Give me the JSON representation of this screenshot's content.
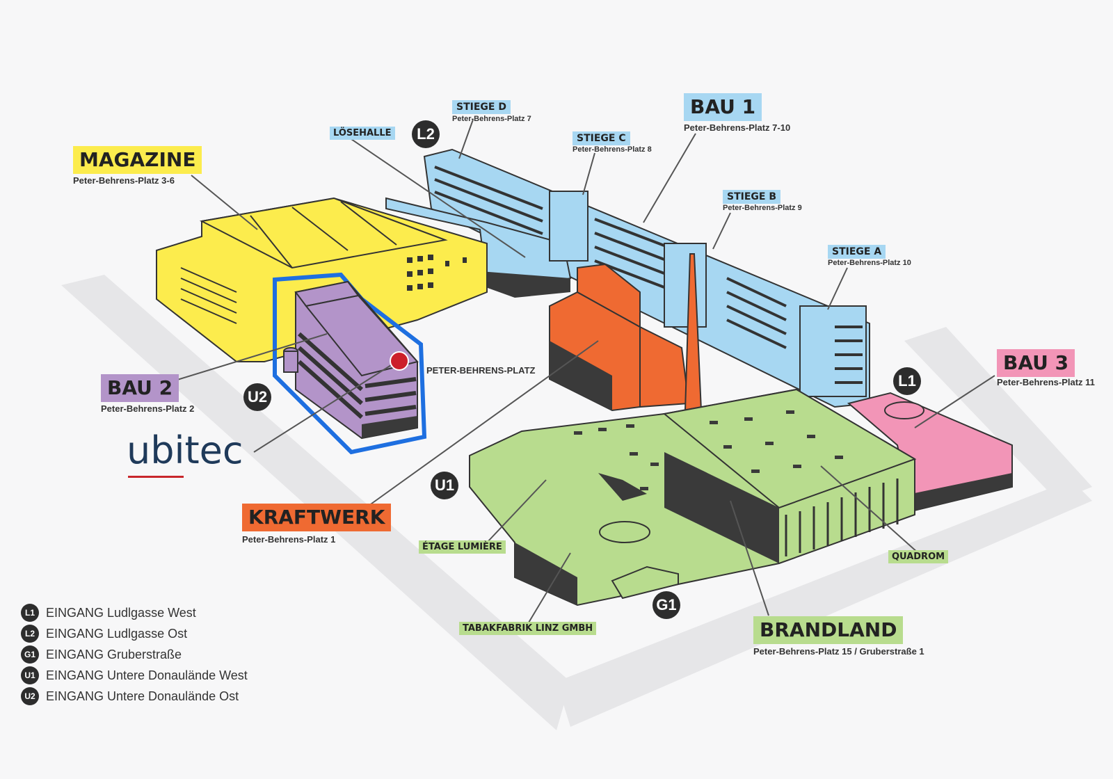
{
  "buildings": {
    "magazine": {
      "name": "MAGAZINE",
      "address": "Peter-Behrens-Platz 3-6",
      "color": "#fcec4d"
    },
    "bau1": {
      "name": "BAU 1",
      "address": "Peter-Behrens-Platz 7-10",
      "color": "#a7d7f2"
    },
    "bau2": {
      "name": "BAU 2",
      "address": "Peter-Behrens-Platz 2",
      "color": "#b394c9"
    },
    "bau3": {
      "name": "BAU 3",
      "address": "Peter-Behrens-Platz 11",
      "color": "#f295b7"
    },
    "kraftwerk": {
      "name": "KRAFTWERK",
      "address": "Peter-Behrens-Platz 1",
      "color": "#ef6a32"
    },
    "brandland": {
      "name": "BRANDLAND",
      "address": "Peter-Behrens-Platz 15 / Gruberstraße 1",
      "color": "#b8dc8e"
    }
  },
  "stiegen": {
    "d": {
      "name": "STIEGE D",
      "address": "Peter-Behrens-Platz 7"
    },
    "c": {
      "name": "STIEGE C",
      "address": "Peter-Behrens-Platz 8"
    },
    "b": {
      "name": "STIEGE B",
      "address": "Peter-Behrens-Platz 9"
    },
    "a": {
      "name": "STIEGE A",
      "address": "Peter-Behrens-Platz 10"
    }
  },
  "places": {
    "loesehalle": "LÖSEHALLE",
    "peter_behrens_platz": "PETER-BEHRENS-PLATZ",
    "etage_lumiere": "ÉTAGE LUMIÈRE",
    "tabakfabrik": "TABAKFABRIK LINZ GMBH",
    "quadrom": "QUADROM"
  },
  "entrance_badges": {
    "l1": "L1",
    "l2": "L2",
    "g1": "G1",
    "u1": "U1",
    "u2": "U2"
  },
  "legend": [
    {
      "code": "L1",
      "text": "EINGANG Ludlgasse West"
    },
    {
      "code": "L2",
      "text": "EINGANG Ludlgasse Ost"
    },
    {
      "code": "G1",
      "text": "EINGANG Gruberstraße"
    },
    {
      "code": "U1",
      "text": "EINGANG Untere Donaulände West"
    },
    {
      "code": "U2",
      "text": "EINGANG Untere Donaulände Ost"
    }
  ],
  "logo": {
    "text": "ubitec"
  },
  "marker_color": "#cc1f2a",
  "highlight_color": "#1e6fe0"
}
